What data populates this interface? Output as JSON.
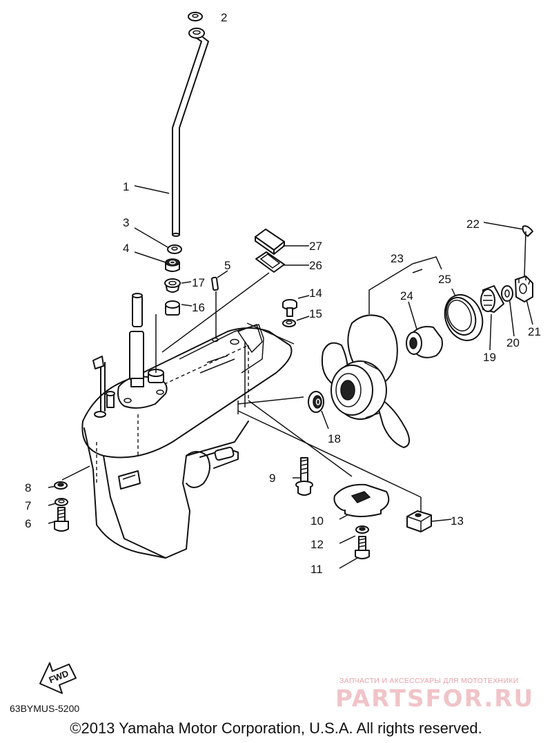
{
  "callouts": [
    {
      "id": "1",
      "text": "1"
    },
    {
      "id": "2",
      "text": "2"
    },
    {
      "id": "3",
      "text": "3"
    },
    {
      "id": "4",
      "text": "4"
    },
    {
      "id": "5",
      "text": "5"
    },
    {
      "id": "6",
      "text": "6"
    },
    {
      "id": "7",
      "text": "7"
    },
    {
      "id": "8",
      "text": "8"
    },
    {
      "id": "9",
      "text": "9"
    },
    {
      "id": "10",
      "text": "10"
    },
    {
      "id": "11",
      "text": "11"
    },
    {
      "id": "12",
      "text": "12"
    },
    {
      "id": "13",
      "text": "13"
    },
    {
      "id": "14",
      "text": "14"
    },
    {
      "id": "15",
      "text": "15"
    },
    {
      "id": "16",
      "text": "16"
    },
    {
      "id": "17",
      "text": "17"
    },
    {
      "id": "18",
      "text": "18"
    },
    {
      "id": "19",
      "text": "19"
    },
    {
      "id": "20",
      "text": "20"
    },
    {
      "id": "21",
      "text": "21"
    },
    {
      "id": "22",
      "text": "22"
    },
    {
      "id": "23",
      "text": "23"
    },
    {
      "id": "24",
      "text": "24"
    },
    {
      "id": "25",
      "text": "25"
    },
    {
      "id": "26",
      "text": "26"
    },
    {
      "id": "27",
      "text": "27"
    }
  ],
  "fwd_label": "FWD",
  "diagram_code": "63BYMUS-5200",
  "copyright": "©2013 Yamaha Motor Corporation, U.S.A. All rights reserved.",
  "watermark": {
    "tagline": "ЗАПЧАСТИ И АКСЕССУАРЫ ДЛЯ МОТОТЕХНИКИ",
    "brand": "PARTSFOR.RU",
    "color": "#e8a0a8"
  }
}
